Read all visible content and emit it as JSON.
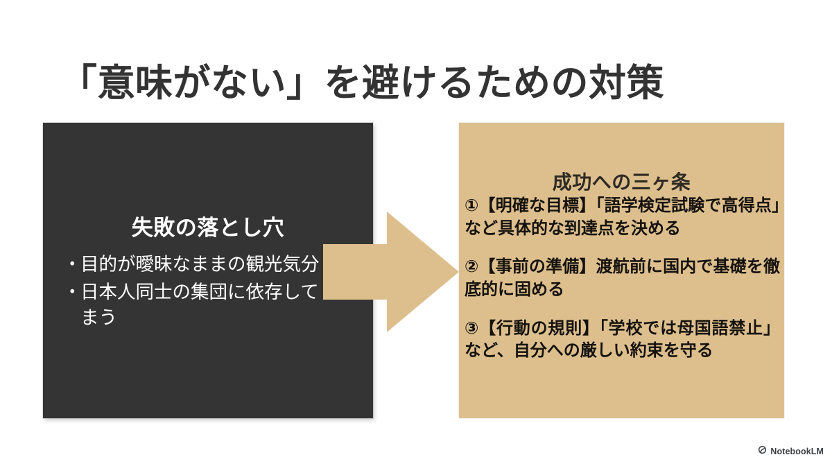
{
  "slide": {
    "title": "「意味がない」を避けるための対策",
    "background_color": "#ffffff"
  },
  "pitfalls_panel": {
    "heading": "失敗の落とし穴",
    "background_color": "#343434",
    "text_color": "#ffffff",
    "bullet_marker": "・",
    "bullets": [
      "目的が曖昧なままの観光気分",
      "日本人同士の集団に依存してしまう"
    ]
  },
  "arrow": {
    "icon_name": "right-arrow",
    "color": "#ddbf8e",
    "direction": "right"
  },
  "success_panel": {
    "heading": "成功への三ヶ条",
    "background_color": "#ddbf8e",
    "text_color": "#15120d",
    "rules": [
      "①【明確な目標】「語学検定試験で高得点」など具体的な到達点を決める",
      "②【事前の準備】渡航前に国内で基礎を徹底的に固める",
      "③【行動の規則】「学校では母国語禁止」など、自分への厳しい約束を守る"
    ]
  },
  "watermark": {
    "label": "NotebookLM",
    "icon_name": "notebooklm-logo"
  }
}
